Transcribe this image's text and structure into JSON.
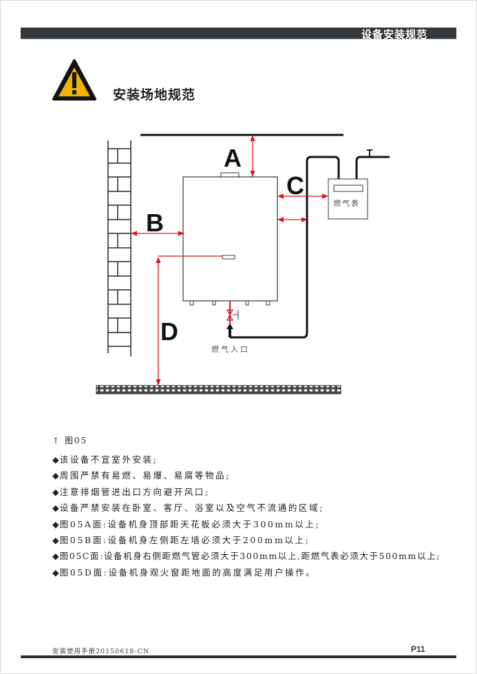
{
  "header": {
    "section": "设备安装规范"
  },
  "title": "安装场地规范",
  "diagram": {
    "label_a": "A",
    "label_b": "B",
    "label_c": "C",
    "label_d": "D",
    "gas_meter": "燃气表",
    "gas_inlet": "燃气入口",
    "dimension_color": "#e0101a"
  },
  "caption": "↑ 图05",
  "bullet_icon": "diamond",
  "bullets": [
    "该设备不宜室外安装;",
    "周围严禁有易燃、易爆、易腐等物品;",
    "注意排烟管进出口方向避开风口;",
    "设备严禁安装在卧室、客厅、浴室以及空气不流通的区域;",
    "图05A面:设备机身顶部距天花板必须大于300mm以上;",
    "图05B面:设备机身左侧距左墙必须大于200mm以上;",
    "图05C面:设备机身右侧距燃气管必须大于300mm以上,距燃气表必须大于500mm以上;",
    "图05D面:设备机身观火窗距地面的高度满足用户操作。"
  ],
  "footer": {
    "manual": "安装使用手册20150618-CN",
    "page": "P11"
  }
}
